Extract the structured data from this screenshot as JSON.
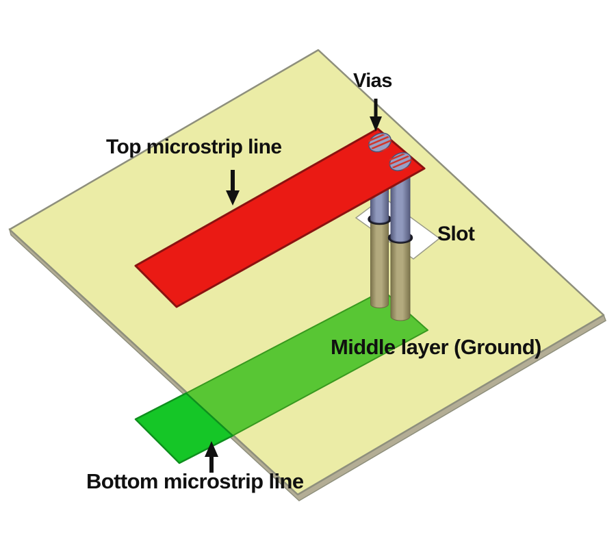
{
  "figure": {
    "type": "3d-structure-diagram",
    "labels": {
      "vias": "Vias",
      "top_microstrip": "Top microstrip line",
      "slot": "Slot",
      "middle_layer": "Middle layer (Ground)",
      "bottom_microstrip": "Bottom microstrip line"
    },
    "colors": {
      "background": "#ffffff",
      "substrate": "#ebeca6",
      "substrate_edge": "#8e8f7c",
      "substrate_side": "#b3ad95",
      "slot_fill": "#ffffff",
      "slot_edge": "#9b9c8a",
      "top_line_red": "#ea1a14",
      "top_line_red_edge": "#8b1210",
      "bottom_line_green_bright": "#15c627",
      "bottom_line_green_bright_edge": "#0f8f1e",
      "bottom_line_green_shaded": "#58c634",
      "bottom_line_green_shaded_edge": "#38991f",
      "via_cylinder_upper_light": "#9099bd",
      "via_cylinder_upper_dark": "#565c7e",
      "via_cylinder_upper_edge": "#4e5374",
      "via_cylinder_lower_light": "#b3aa7e",
      "via_cylinder_lower_dark": "#7c744c",
      "via_cylinder_lower_edge": "#6f6844",
      "collar_ring": "#1c1c26",
      "via_pad_fill": "#98a0c6",
      "via_pad_edge": "#4e5374",
      "via_pad_hatch": "#cf362c",
      "annotation": "#111111"
    }
  }
}
